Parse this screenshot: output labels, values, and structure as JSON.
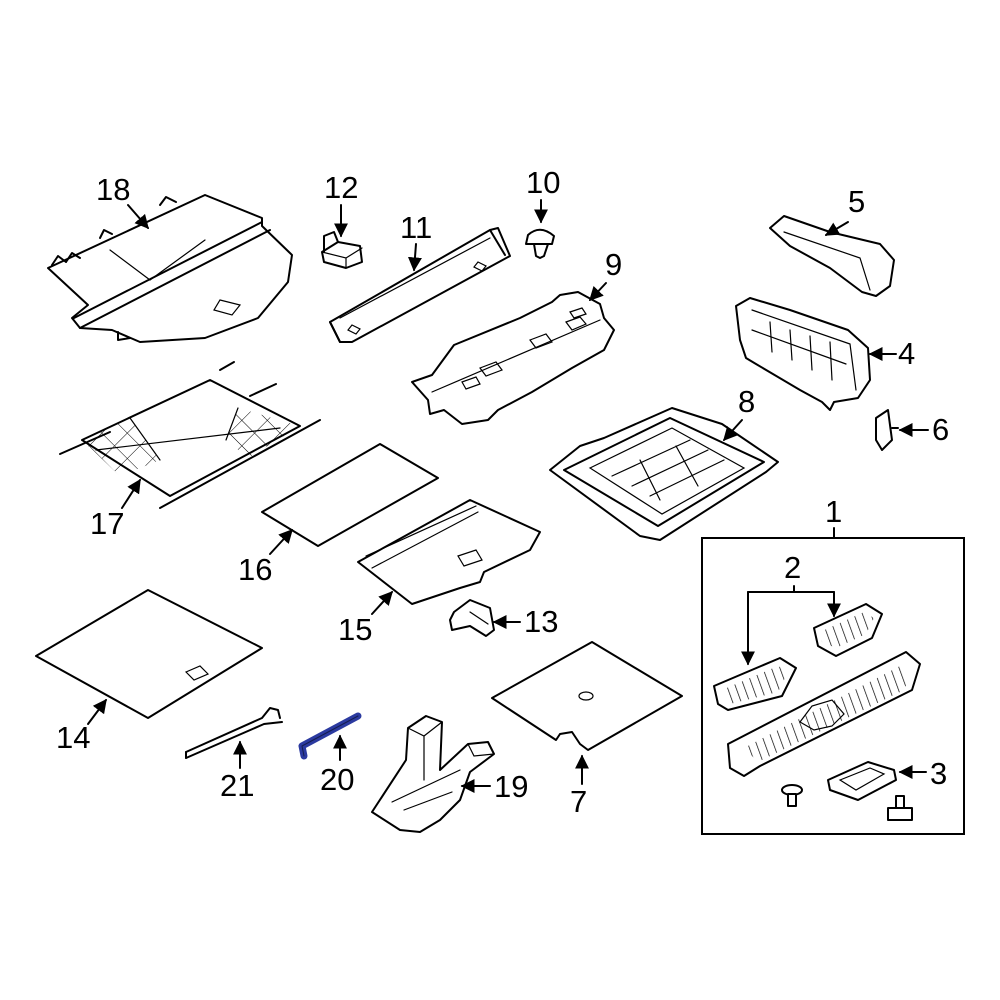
{
  "colors": {
    "outline": "#000000",
    "background": "#ffffff",
    "highlight": "#2b3aa0"
  },
  "highlighted_part": "20",
  "callouts": {
    "p1": "1",
    "p2": "2",
    "p3": "3",
    "p4": "4",
    "p5": "5",
    "p6": "6",
    "p7": "7",
    "p8": "8",
    "p9": "9",
    "p10": "10",
    "p11": "11",
    "p12": "12",
    "p13": "13",
    "p14": "14",
    "p15": "15",
    "p16": "16",
    "p17": "17",
    "p18": "18",
    "p19": "19",
    "p20": "20",
    "p21": "21"
  }
}
